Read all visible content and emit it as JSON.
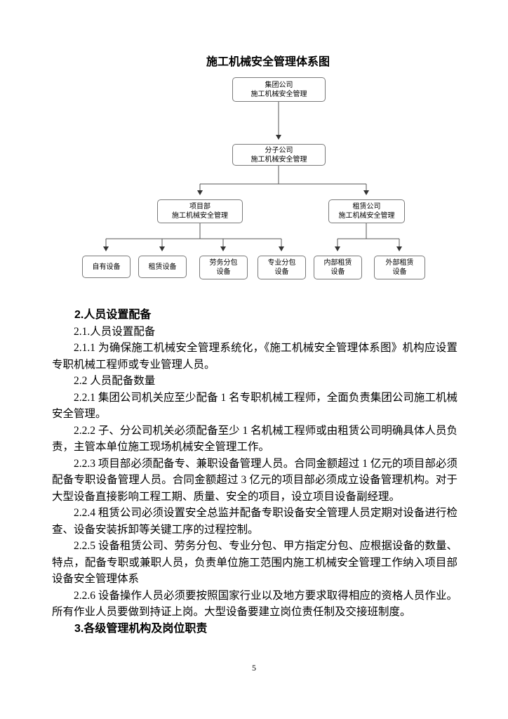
{
  "page": {
    "number": "5"
  },
  "diagram": {
    "title": "施工机械安全管理体系图",
    "boxes": [
      {
        "id": "group-company",
        "line1": "集团公司",
        "line2": "施工机械安全管理"
      },
      {
        "id": "subsidiary-company",
        "line1": "分子公司",
        "line2": "施工机械安全管理"
      },
      {
        "id": "project-department",
        "line1": "项目部",
        "line2": "施工机械安全管理"
      },
      {
        "id": "leasing-company",
        "line1": "租赁公司",
        "line2": "施工机械安全管理"
      },
      {
        "id": "own-equipment",
        "line1": "自有设备",
        "line2": ""
      },
      {
        "id": "rented-equipment",
        "line1": "租赁设备",
        "line2": ""
      },
      {
        "id": "labor-subcontract",
        "line1": "劳务分包",
        "line2": "设备"
      },
      {
        "id": "professional-subcontract",
        "line1": "专业分包",
        "line2": "设备"
      },
      {
        "id": "internal-rental",
        "line1": "内部租赁",
        "line2": "设备"
      },
      {
        "id": "external-rental",
        "line1": "外部租赁",
        "line2": "设备"
      }
    ]
  },
  "content": {
    "paragraphs": [
      {
        "text": "2.人员设置配备"
      },
      {
        "text": "2.1.人员设置配备"
      },
      {
        "text": "2.1.1 为确保施工机械安全管理系统化，《施工机械安全管理体系图》机构应设置专职机械工程师或专业管理人员。"
      },
      {
        "text": "2.2 人员配备数量"
      },
      {
        "text": "2.2.1 集团公司机关应至少配备 1 名专职机械工程师，全面负责集团公司施工机械安全管理。"
      },
      {
        "text": "2.2.2 子、分公司机关必须配备至少 1 名机械工程师或由租赁公司明确具体人员负责，主管本单位施工现场机械安全管理工作。"
      },
      {
        "text": "2.2.3 项目部必须配备专、兼职设备管理人员。合同金额超过 1 亿元的项目部必须配备专职设备管理人员。合同金额超过 3 亿元的项目部必须成立设备管理机构。对于大型设备直接影响工程工期、质量、安全的项目，设立项目设备副经理。"
      },
      {
        "text": "2.2.4 租赁公司必须设置安全总监并配备专职设备安全管理人员定期对设备进行检查、设备安装拆卸等关键工序的过程控制。"
      },
      {
        "text": "2.2.5 设备租赁公司、劳务分包、专业分包、甲方指定分包、应根据设备的数量、特点，配备专职或兼职人员，负责单位施工范围内施工机械安全管理工作纳入项目部设备安全管理体系"
      },
      {
        "text": "2.2.6 设备操作人员必须要按照国家行业以及地方要求取得相应的资格人员作业。所有作业人员要做到持证上岗。大型设备要建立岗位责任制及交接班制度。"
      },
      {
        "text": "3.各级管理机构及岗位职责"
      }
    ]
  }
}
